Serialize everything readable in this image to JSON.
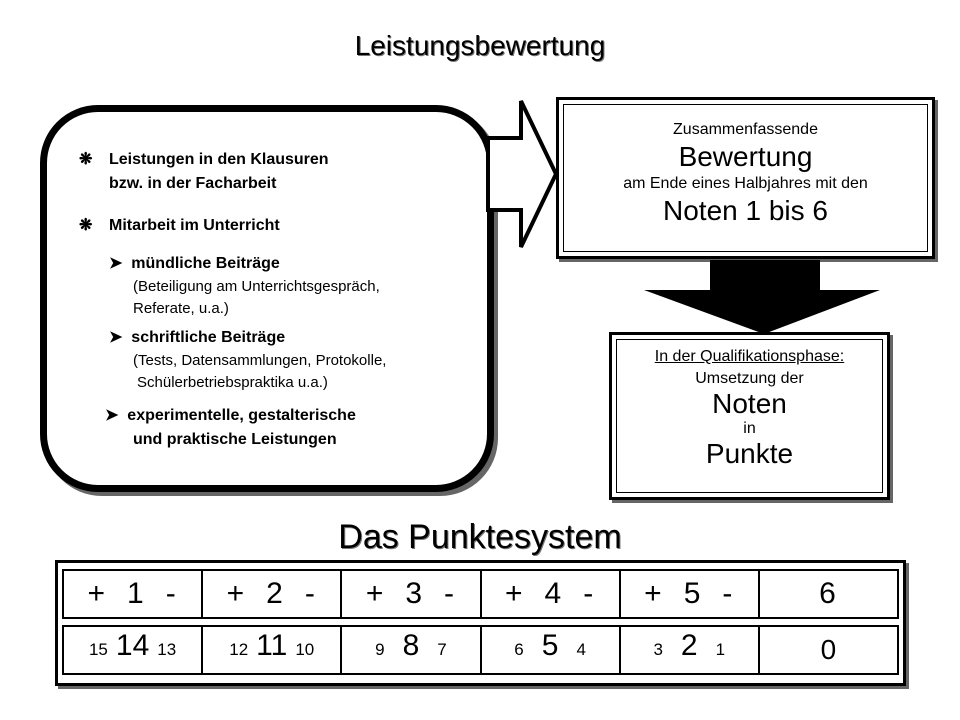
{
  "title": "Leistungsbewertung",
  "left_box": {
    "item1_line1": "Leistungen in den Klausuren",
    "item1_line2": "bzw. in der Facharbeit",
    "item2": "Mitarbeit im Unterricht",
    "sub1_title": "mündliche Beiträge",
    "sub1_line1": "(Beteiligung am Unterrichtsgespräch,",
    "sub1_line2": "Referate, u.a.)",
    "sub2_title": "schriftliche Beiträge",
    "sub2_line1": "(Tests, Datensammlungen, Protokolle,",
    "sub2_line2": "Schülerbetriebspraktika u.a.)",
    "sub3_line1": "experimentelle, gestalterische",
    "sub3_line2": "und praktische Leistungen"
  },
  "summary_box": {
    "line1": "Zusammenfassende",
    "line2": "Bewertung",
    "line3": "am Ende eines Halbjahres mit den",
    "line4": "Noten 1 bis 6"
  },
  "quali_box": {
    "line1": "In der Qualifikationsphase:",
    "line2": "Umsetzung der",
    "line3": "Noten",
    "line4": "in",
    "line5": "Punkte"
  },
  "punkte_title": "Das Punktesystem",
  "grades": [
    {
      "plus": "+",
      "grade": "1",
      "minus": "-",
      "hi": "15",
      "mid": "14",
      "lo": "13"
    },
    {
      "plus": "+",
      "grade": "2",
      "minus": "-",
      "hi": "12",
      "mid": "11",
      "lo": "10"
    },
    {
      "plus": "+",
      "grade": "3",
      "minus": "-",
      "hi": "9",
      "mid": "8",
      "lo": "7"
    },
    {
      "plus": "+",
      "grade": "4",
      "minus": "-",
      "hi": "6",
      "mid": "5",
      "lo": "4"
    },
    {
      "plus": "+",
      "grade": "5",
      "minus": "-",
      "hi": "3",
      "mid": "2",
      "lo": "1"
    }
  ],
  "grade6": {
    "grade": "6",
    "points": "0"
  }
}
